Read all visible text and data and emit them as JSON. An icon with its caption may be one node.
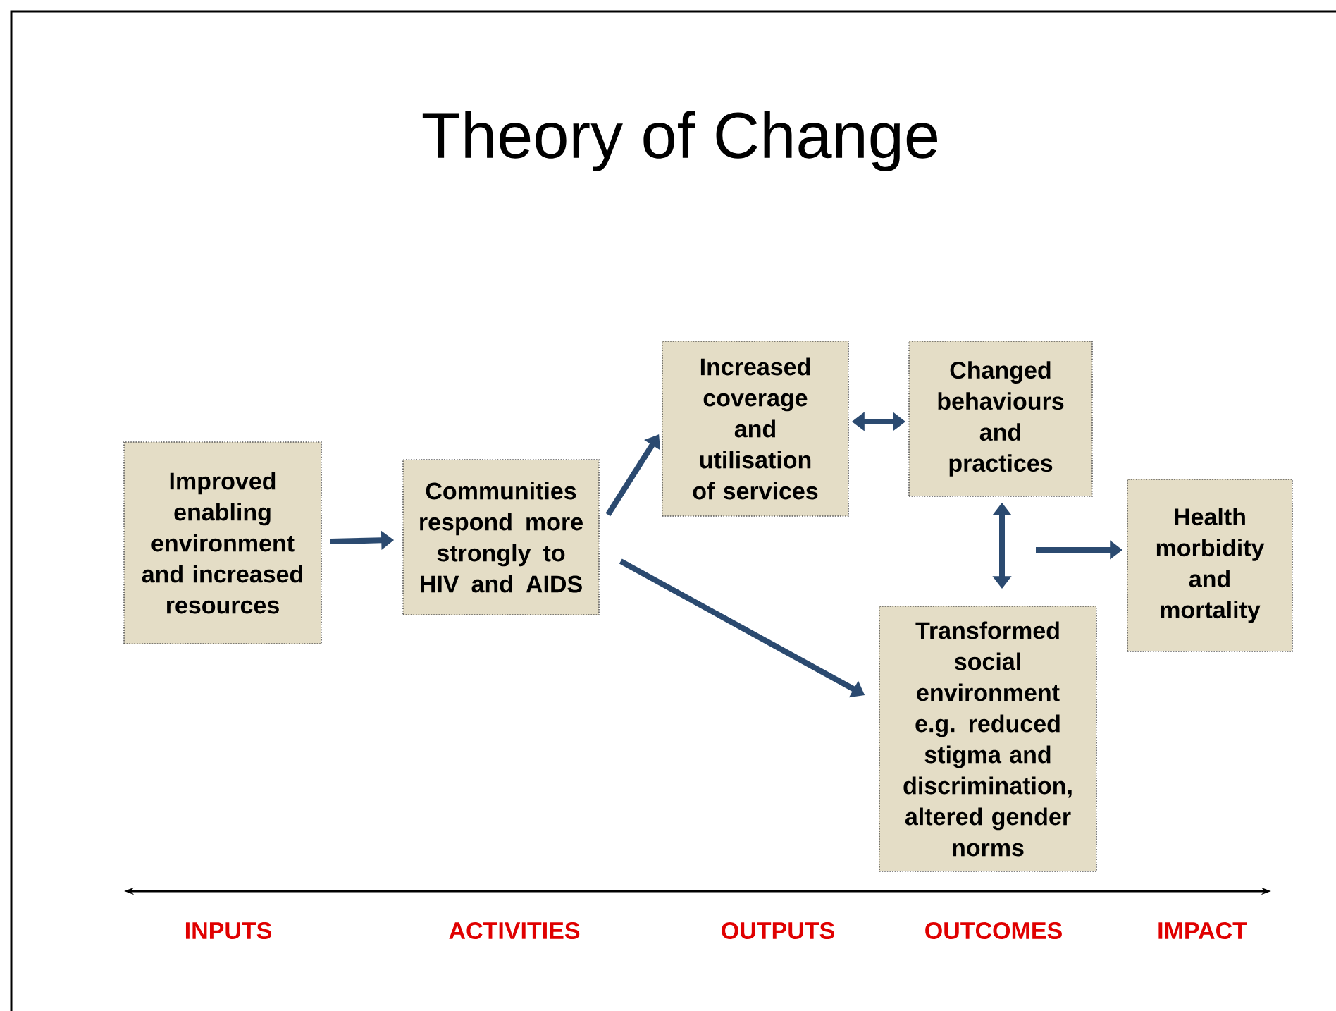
{
  "diagram": {
    "title": "Theory of Change",
    "nodes": [
      {
        "text": [
          "Improved enabling environment and increased resources"
        ]
      },
      {
        "text": [
          "Communities respond more strongly to HIV and AIDS"
        ]
      },
      {
        "text": [
          "Increased coverage and utilisation of services"
        ]
      },
      {
        "text": [
          "Changed behaviours and practices"
        ]
      },
      {
        "text": [
          "Health morbidity and mortality"
        ]
      },
      {
        "text": [
          "Transformed social environment e.g. reduced stigma and discrimination, altered gender norms"
        ]
      }
    ],
    "edges": [
      {
        "from": 0,
        "to": 1,
        "arrow": "to"
      },
      {
        "from": 1,
        "to": 2,
        "arrow": "to"
      },
      {
        "from": 1,
        "to": 5,
        "arrow": "to"
      },
      {
        "from": 2,
        "to": 3,
        "arrow": "both"
      },
      {
        "from": 3,
        "to": 5,
        "arrow": "both"
      },
      {
        "from": null,
        "to": 4,
        "arrow": "to"
      }
    ],
    "labels": [
      "INPUTS",
      "ACTIVITIES",
      "OUTPUTS",
      "OUTCOMES",
      "IMPACT"
    ]
  }
}
